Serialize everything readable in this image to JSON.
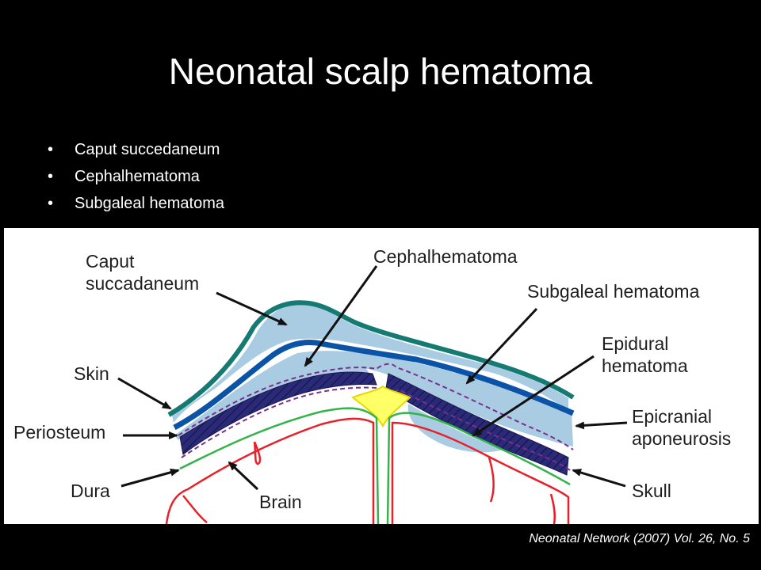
{
  "slide": {
    "title": "Neonatal scalp hematoma",
    "bullets": [
      {
        "marker": "•",
        "text": "Caput succedaneum"
      },
      {
        "marker": "•",
        "text": "Cephalhematoma"
      },
      {
        "marker": "•",
        "text": "Subgaleal hematoma"
      }
    ],
    "citation": "Neonatal Network (2007) Vol. 26, No. 5"
  },
  "diagram": {
    "labels": {
      "caput_line1": "Caput",
      "caput_line2": "succadaneum",
      "cephalhematoma": "Cephalhematoma",
      "subgaleal": "Subgaleal hematoma",
      "epidural_line1": "Epidural",
      "epidural_line2": "hematoma",
      "skin": "Skin",
      "periosteum": "Periosteum",
      "dura": "Dura",
      "brain": "Brain",
      "epicranial_line1": "Epicranial",
      "epicranial_line2": "aponeurosis",
      "skull": "Skull"
    },
    "colors": {
      "skin": "#157a72",
      "aponeurosis": "#0b53a7",
      "hematoma_fill": "#a9cce3",
      "skull": "#2b2a7a",
      "periosteum_dashes": "#7a2f8f",
      "suture": "#ffff00",
      "dura": "#34b34a",
      "brain": "#e8202a",
      "arrow": "#111111"
    }
  }
}
